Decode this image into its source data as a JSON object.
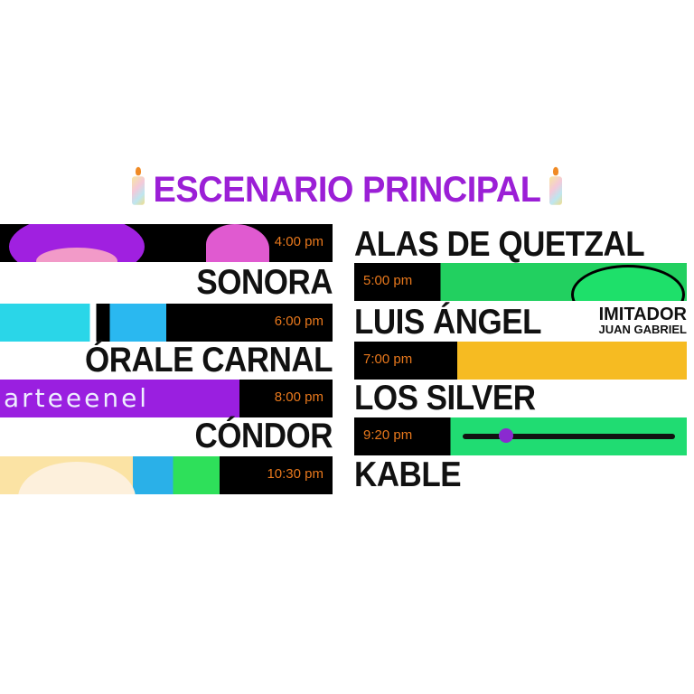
{
  "title": "ESCENARIO PRINCIPAL",
  "left": [
    {
      "type": "strip",
      "time": "4:00 pm"
    },
    {
      "type": "name",
      "name": "SONORA"
    },
    {
      "type": "strip",
      "time": "6:00 pm"
    },
    {
      "type": "name",
      "name": "ÓRALE CARNAL"
    },
    {
      "type": "strip",
      "time": "8:00 pm",
      "art_text": "arteeenel"
    },
    {
      "type": "name",
      "name": "CÓNDOR"
    },
    {
      "type": "strip",
      "time": "10:30 pm"
    }
  ],
  "right": [
    {
      "type": "name",
      "name": "ALAS DE QUETZAL"
    },
    {
      "type": "strip",
      "time": "5:00 pm"
    },
    {
      "type": "name",
      "name": "LUIS ÁNGEL",
      "sub1": "IMITADOR",
      "sub2": "JUAN GABRIEL"
    },
    {
      "type": "strip",
      "time": "7:00 pm"
    },
    {
      "type": "name",
      "name": "LOS SILVER"
    },
    {
      "type": "strip",
      "time": "9:20 pm"
    },
    {
      "type": "name",
      "name": "KABLE"
    }
  ],
  "colors": {
    "title": "#9b1fd6",
    "time": "#e8781c",
    "strip_bg": "#000000"
  }
}
